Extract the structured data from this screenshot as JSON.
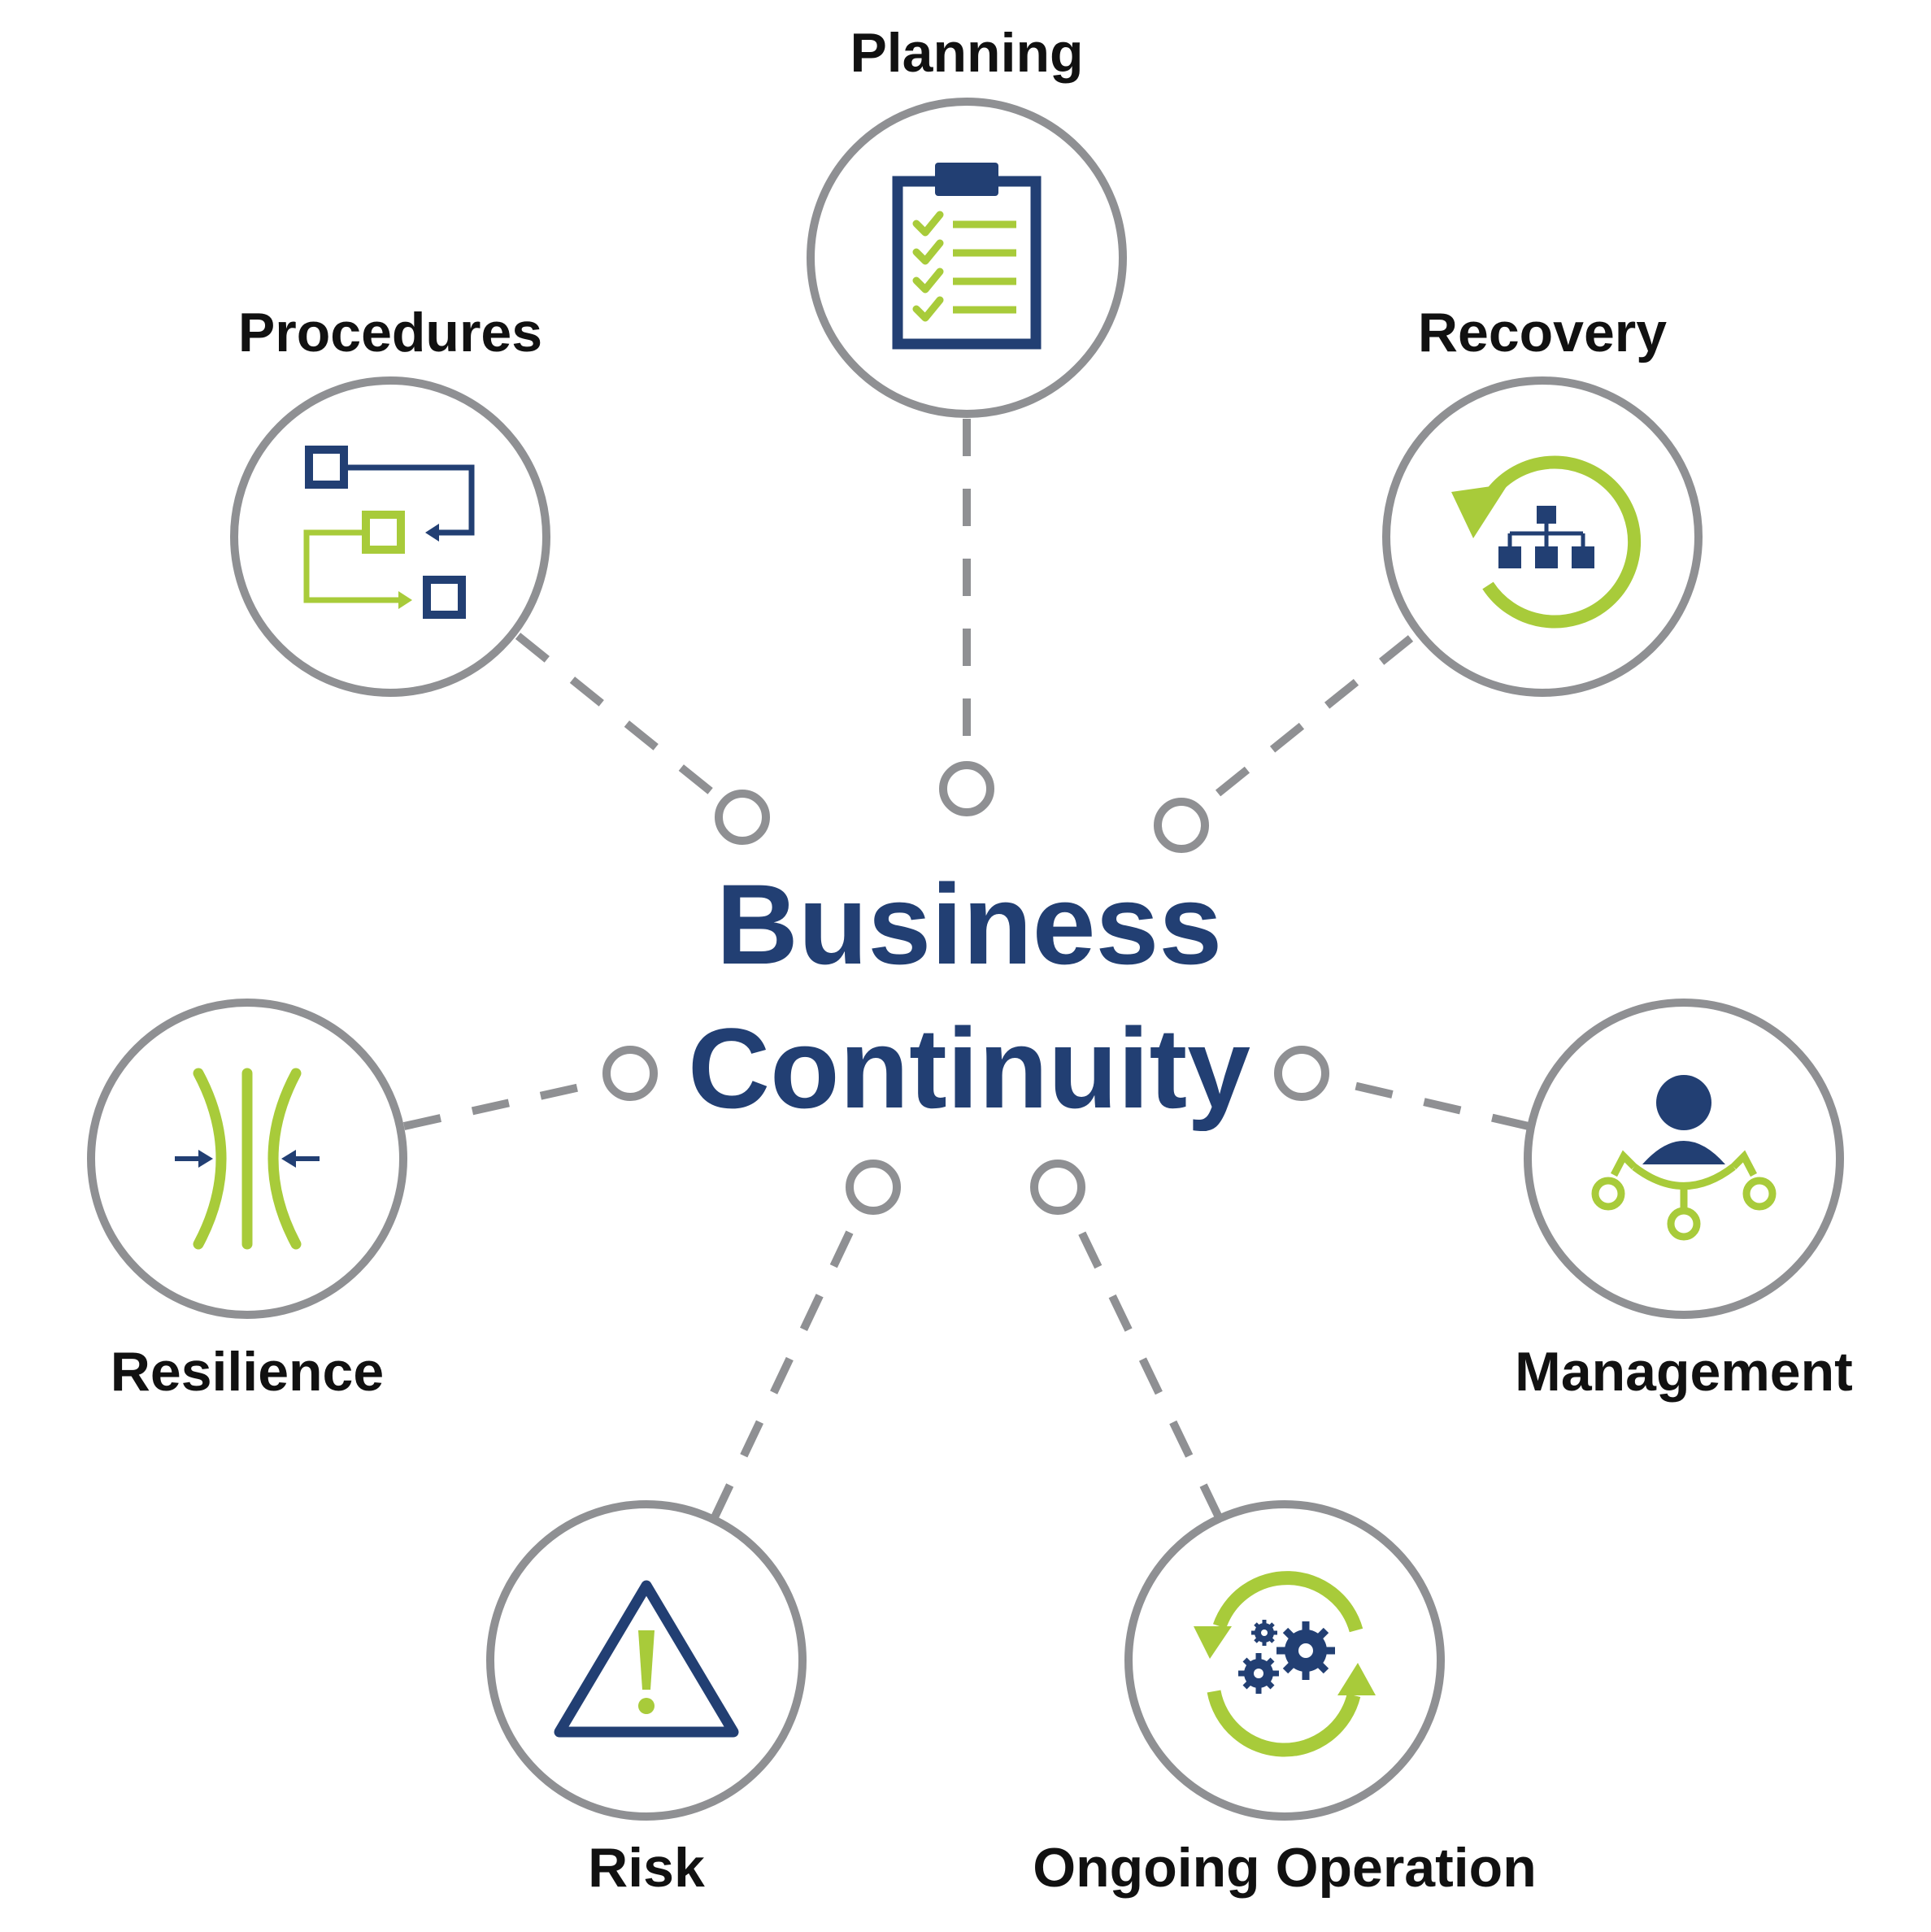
{
  "diagram": {
    "center": {
      "line1": "Business",
      "line2": "Continuity"
    },
    "nodes": [
      {
        "id": "planning",
        "label": "Planning",
        "icon": "clipboard-checklist-icon"
      },
      {
        "id": "recovery",
        "label": "Recovery",
        "icon": "recovery-hierarchy-icon"
      },
      {
        "id": "management",
        "label": "Management",
        "icon": "manager-network-icon"
      },
      {
        "id": "ongoing",
        "label": "Ongoing Operation",
        "icon": "gears-cycle-icon"
      },
      {
        "id": "risk",
        "label": "Risk",
        "icon": "warning-triangle-icon"
      },
      {
        "id": "resilience",
        "label": "Resilience",
        "icon": "compression-resilience-icon"
      },
      {
        "id": "procedures",
        "label": "Procedures",
        "icon": "process-flowchart-icon"
      }
    ],
    "colors": {
      "navy": "#223f73",
      "green": "#a8cb3a",
      "gray": "#8f9093",
      "text": "#111111"
    }
  }
}
